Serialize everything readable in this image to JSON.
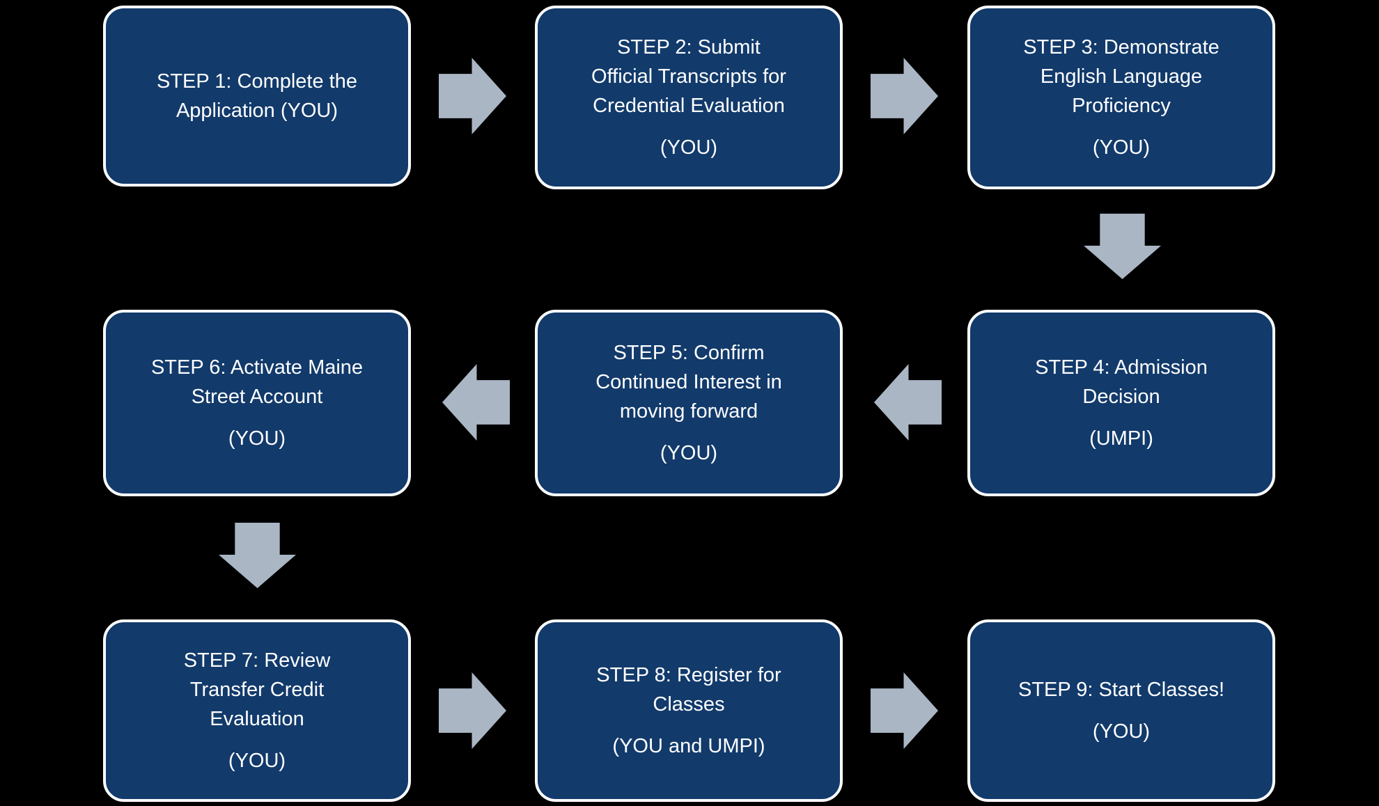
{
  "colors": {
    "background": "#000000",
    "box_fill": "#123A6B",
    "box_border": "#FFFFFF",
    "text": "#FFFFFF",
    "arrow": "#AAB6C4"
  },
  "steps": [
    {
      "title": "STEP 1: Complete the\nApplication (YOU)",
      "actor": null
    },
    {
      "title": "STEP 2: Submit\nOfficial Transcripts for\nCredential Evaluation",
      "actor": "(YOU)"
    },
    {
      "title": "STEP 3: Demonstrate\nEnglish Language\nProficiency",
      "actor": "(YOU)"
    },
    {
      "title": "STEP 4: Admission\nDecision",
      "actor": "(UMPI)"
    },
    {
      "title": "STEP 5: Confirm\nContinued Interest in\nmoving forward",
      "actor": "(YOU)"
    },
    {
      "title": "STEP 6: Activate Maine\nStreet Account",
      "actor": "(YOU)"
    },
    {
      "title": "STEP 7: Review\nTransfer Credit\nEvaluation",
      "actor": "(YOU)"
    },
    {
      "title": "STEP 8: Register for\nClasses",
      "actor": "(YOU and UMPI)"
    },
    {
      "title": "STEP 9: Start Classes!",
      "actor": "(YOU)"
    }
  ],
  "arrows": [
    {
      "name": "arrow-step1-to-step2",
      "direction": "right"
    },
    {
      "name": "arrow-step2-to-step3",
      "direction": "right"
    },
    {
      "name": "arrow-step3-to-step4",
      "direction": "down"
    },
    {
      "name": "arrow-step4-to-step5",
      "direction": "left"
    },
    {
      "name": "arrow-step5-to-step6",
      "direction": "left"
    },
    {
      "name": "arrow-step6-to-step7",
      "direction": "down"
    },
    {
      "name": "arrow-step7-to-step8",
      "direction": "right"
    },
    {
      "name": "arrow-step8-to-step9",
      "direction": "right"
    }
  ]
}
